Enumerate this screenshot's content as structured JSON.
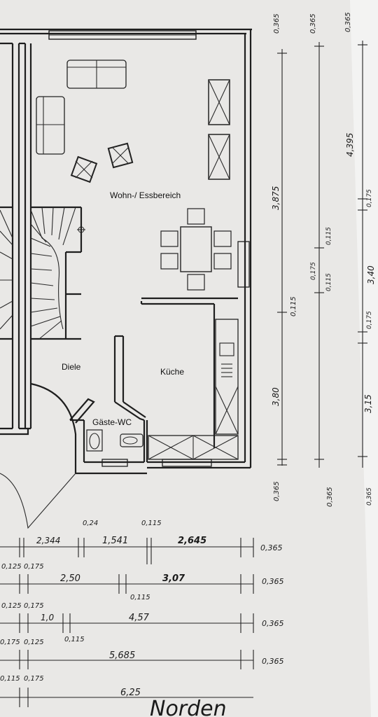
{
  "rooms": {
    "living": "Wohn-/ Essbereich",
    "hall": "Diele",
    "kitchen": "Küche",
    "guest_wc": "Gäste-WC"
  },
  "vertical_dims": {
    "col1": [
      "0,365",
      "3,875",
      "0,115",
      "3,80",
      "0,365"
    ],
    "col2": [
      "0,365",
      "0,115",
      "0,175",
      "0,115",
      "0,365"
    ],
    "col3": [
      "0,365",
      "4,395",
      "0,175",
      "3,40",
      "0,175",
      "3,15",
      "0,365"
    ]
  },
  "horizontal_dims": {
    "row1": [
      "2,344",
      "0,24",
      "1,541",
      "0,115",
      "2,645",
      "0,365"
    ],
    "row2": [
      "0,125",
      "0,175",
      "2,50",
      "0,115",
      "3,07",
      "0,365"
    ],
    "row3": [
      "0,125",
      "0,175",
      "1,0",
      "0,115",
      "4,57",
      "0,365"
    ],
    "row4": [
      "0,175",
      "0,125",
      "5,685",
      "0,365"
    ],
    "row5": [
      "0,115",
      "0,175",
      "6,25"
    ]
  },
  "north_label": "Norden"
}
